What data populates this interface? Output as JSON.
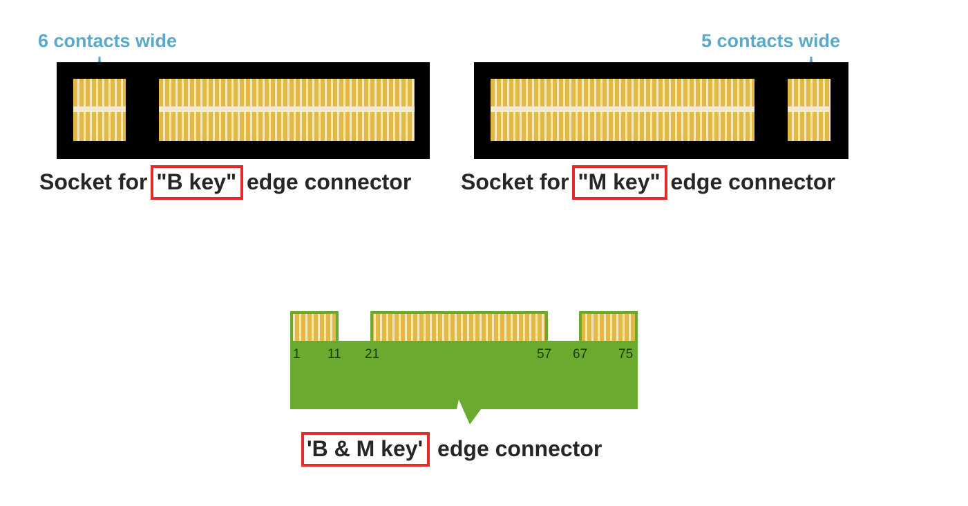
{
  "b_socket": {
    "annotation": "6 contacts wide",
    "caption_prefix": "Socket for",
    "key_label": "\"B key\"",
    "caption_suffix": "edge connector"
  },
  "m_socket": {
    "annotation": "5 contacts wide",
    "caption_prefix": "Socket for",
    "key_label": "\"M key\"",
    "caption_suffix": "edge connector"
  },
  "card": {
    "pin_numbers": [
      "1",
      "11",
      "21",
      "57",
      "67",
      "75"
    ],
    "key_label": "'B & M key'",
    "caption_suffix": "edge connector"
  },
  "colors": {
    "socket": "#000000",
    "contact_gold": "#e2b947",
    "pcb_green": "#6aaa2e",
    "highlight_red": "#e32b2b",
    "annotation_blue": "#5aa9c8"
  }
}
